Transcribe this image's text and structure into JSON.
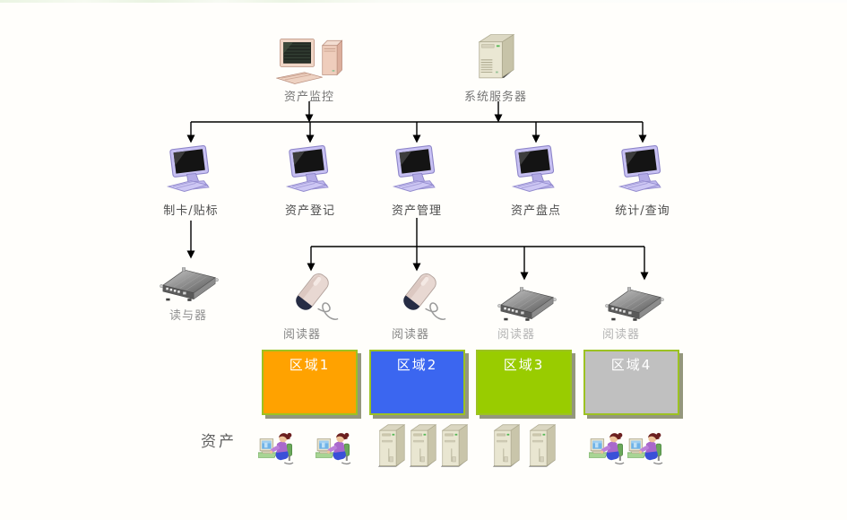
{
  "diagram": {
    "top_nodes": [
      {
        "label": "资产监控",
        "icon": "desktop-pc-icon"
      },
      {
        "label": "系统服务器",
        "icon": "server-tower-icon"
      }
    ],
    "workstations": [
      {
        "label": "制卡/贴标"
      },
      {
        "label": "资产登记"
      },
      {
        "label": "资产管理"
      },
      {
        "label": "资产盘点"
      },
      {
        "label": "统计/查询"
      }
    ],
    "reader_writer": {
      "label": "读与器",
      "icon": "fixed-reader-icon"
    },
    "readers": [
      {
        "label": "阅读器",
        "icon": "handheld-scanner-icon"
      },
      {
        "label": "阅读器",
        "icon": "handheld-scanner-icon"
      },
      {
        "label": "阅读器",
        "icon": "fixed-reader-icon"
      },
      {
        "label": "阅读器",
        "icon": "fixed-reader-icon"
      }
    ],
    "zones": [
      {
        "label": "区域1",
        "color": "#FFA200"
      },
      {
        "label": "区域2",
        "color": "#3B66F0"
      },
      {
        "label": "区域3",
        "color": "#99CC00"
      },
      {
        "label": "区域4",
        "color": "#C0C0C0"
      }
    ],
    "zone_style": {
      "border_color": "#9cc222",
      "shadow_color": "#94977c",
      "text_color": "#ffffff"
    },
    "assets_label": "资产",
    "asset_groups": [
      {
        "zone": "区域1",
        "icons": [
          "person-at-computer",
          "person-at-computer"
        ]
      },
      {
        "zone": "区域2",
        "icons": [
          "tower-pc",
          "tower-pc",
          "tower-pc"
        ]
      },
      {
        "zone": "区域3",
        "icons": [
          "tower-pc",
          "tower-pc"
        ]
      },
      {
        "zone": "区域4",
        "icons": [
          "person-at-computer",
          "person-at-computer"
        ]
      }
    ],
    "line_color": "#000000"
  }
}
